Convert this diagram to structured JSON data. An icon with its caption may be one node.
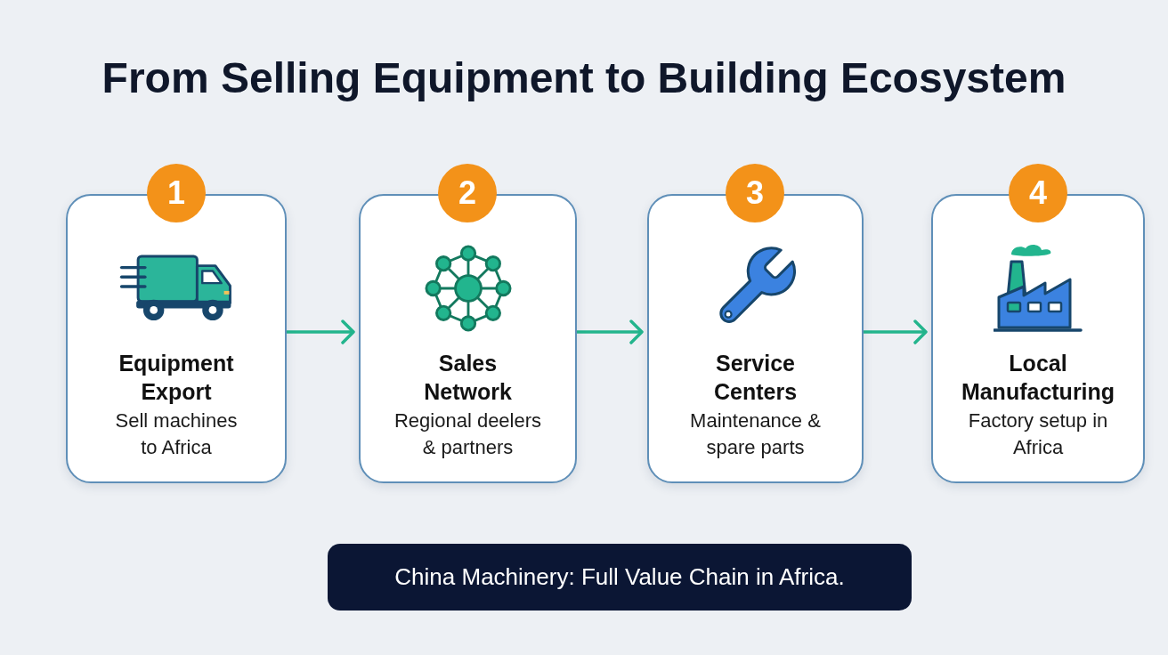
{
  "diagram": {
    "title": "From Selling Equipment to Building Ecosystem",
    "nodes": [
      {
        "text": [
          "1"
        ]
      },
      {
        "text": [
          "Equipment Export",
          "Sell machines to Africa"
        ]
      },
      {
        "text": [
          "2"
        ]
      },
      {
        "text": [
          "Sales Network",
          "Regional deelers & partners"
        ]
      },
      {
        "text": [
          "3"
        ]
      },
      {
        "text": [
          "Service Centers",
          "Maintenance & spare parts"
        ]
      },
      {
        "text": [
          "4"
        ]
      },
      {
        "text": [
          "Local Manufacturing",
          "Factory setup in Africa"
        ]
      },
      {
        "text": [
          "China Machinery: Full Value Chain in Africa."
        ]
      }
    ],
    "edges": [
      {
        "from": 1,
        "to": 3,
        "arrow": "to"
      },
      {
        "from": 3,
        "to": 5,
        "arrow": "to"
      },
      {
        "from": 5,
        "to": 7,
        "arrow": "to"
      }
    ]
  }
}
